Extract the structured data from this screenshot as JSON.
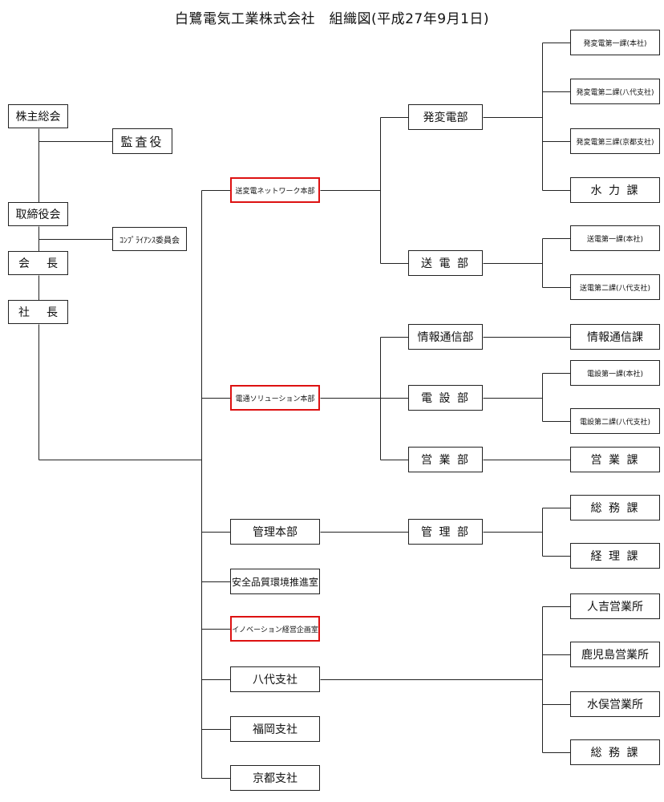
{
  "title": "白鷺電気工業株式会社　組織図(平成27年9月1日)",
  "nodes": {
    "kabunushi": "株主総会",
    "kansayaku": "監査役",
    "torishimariyakukai": "取締役会",
    "compliance": "ｺﾝﾌﾟﾗｲｱﾝｽ委員会",
    "kaicho_1": "会",
    "kaicho_2": "長",
    "shacho_1": "社",
    "shacho_2": "長",
    "sohen_network": "送変電ネットワーク本部",
    "densu_solution": "電通ソリューション本部",
    "kanri_honbu": "管理本部",
    "anzen": "安全品質環境推進室",
    "innovation": "イノベーション経営企画室",
    "yatsushiro_shisha": "八代支社",
    "fukuoka_shisha": "福岡支社",
    "kyoto_shisha": "京都支社",
    "hatsuhendenbu": "発変電部",
    "sodenbu": "送 電 部",
    "johotsushinbu": "情報通信部",
    "densetsubu": "電 設 部",
    "eigyobu": "営 業 部",
    "kanribu": "管 理 部",
    "hatsuhen_1ka": "発変電第一課(本社)",
    "hatsuhen_2ka": "発変電第二課(八代支社)",
    "hatsuhen_3ka": "発変電第三課(京都支社)",
    "suiryokuka": "水 力 課",
    "soden_1ka": "送電第一課(本社)",
    "soden_2ka": "送電第二課(八代支社)",
    "johotsushinka": "情報通信課",
    "densetsu_1ka": "電設第一課(本社)",
    "densetsu_2ka": "電設第二課(八代支社)",
    "eigyoka": "営 業 課",
    "somuka_1": "総 務 課",
    "keirika": "経 理 課",
    "hitoyoshi": "人吉営業所",
    "kagoshima": "鹿児島営業所",
    "minamata": "水俣営業所",
    "somuka_2": "総 務 課"
  },
  "highlight_color": "#dd1111",
  "line_color": "#222222"
}
